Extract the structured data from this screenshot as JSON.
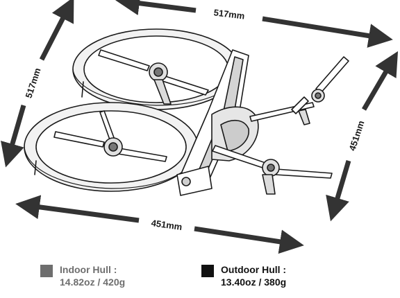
{
  "dimensions": {
    "top": "517mm",
    "left": "517mm",
    "right": "451mm",
    "bottom": "451mm"
  },
  "legend": {
    "indoor": {
      "title": "Indoor Hull :",
      "value": "14.82oz / 420g",
      "color": "#6e6e6e"
    },
    "outdoor": {
      "title": "Outdoor Hull :",
      "value": "13.40oz / 380g",
      "color": "#111111"
    }
  },
  "colors": {
    "arrow": "#333333",
    "line": "#1a1a1a",
    "shade": "#d4d4d4"
  }
}
